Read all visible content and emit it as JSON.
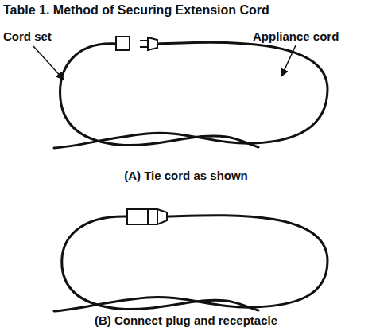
{
  "diagram": {
    "title": "Table 1. Method of Securing Extension Cord",
    "labels": [
      "Cord set",
      "Appliance cord",
      "(A) Tie cord as shown",
      "(B) Connect plug and receptacle"
    ]
  }
}
